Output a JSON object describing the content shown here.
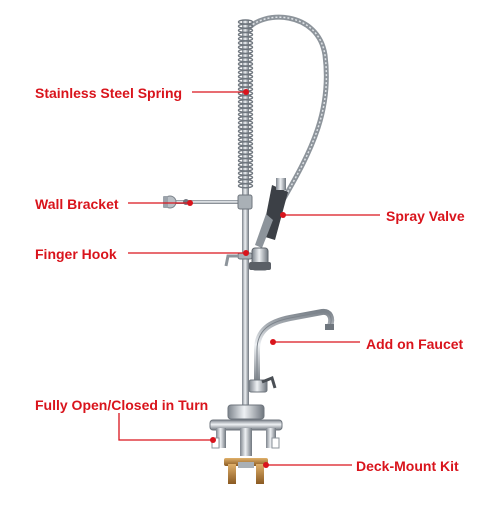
{
  "colors": {
    "label": "#d9141c",
    "steel": "#9ca3ab",
    "brass": "#b5803a"
  },
  "callouts": {
    "spring": "Stainless Steel Spring",
    "bracket": "Wall Bracket",
    "spray": "Spray Valve",
    "hook": "Finger Hook",
    "faucet": "Add on Faucet",
    "valve": "Fully Open/Closed in Turn",
    "deck": "Deck-Mount Kit"
  }
}
